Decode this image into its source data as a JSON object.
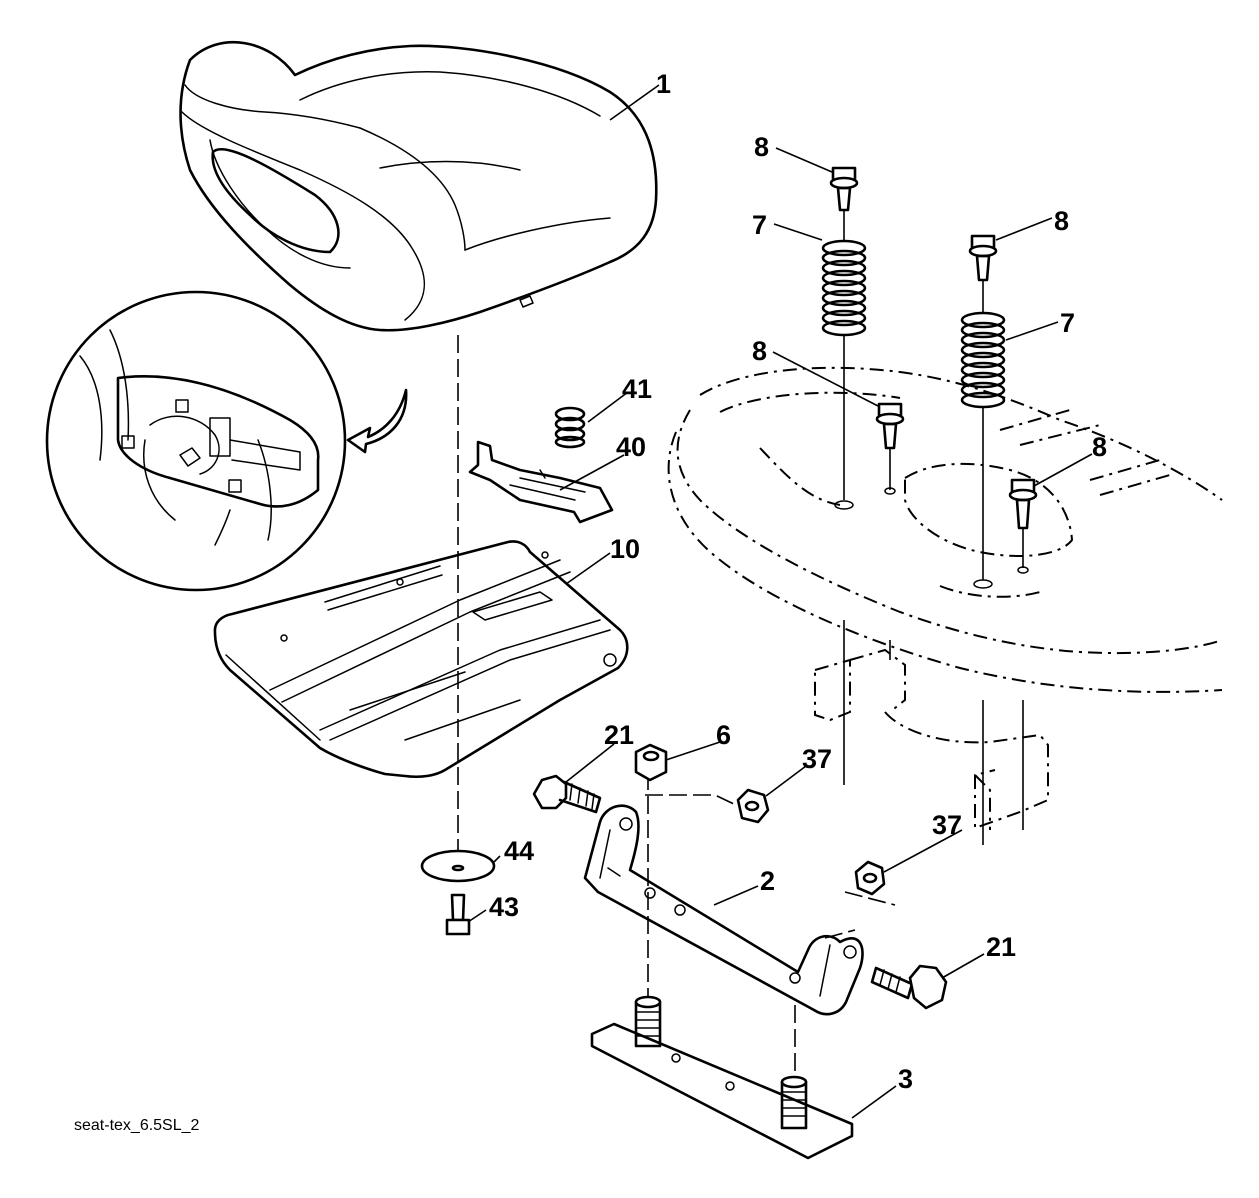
{
  "diagram_id": "seat-tex_6.5SL_2",
  "callouts": [
    {
      "label": "1"
    },
    {
      "label": "8"
    },
    {
      "label": "7"
    },
    {
      "label": "8"
    },
    {
      "label": "7"
    },
    {
      "label": "8"
    },
    {
      "label": "8"
    },
    {
      "label": "41"
    },
    {
      "label": "40"
    },
    {
      "label": "10"
    },
    {
      "label": "21"
    },
    {
      "label": "6"
    },
    {
      "label": "37"
    },
    {
      "label": "37"
    },
    {
      "label": "44"
    },
    {
      "label": "43"
    },
    {
      "label": "2"
    },
    {
      "label": "21"
    },
    {
      "label": "3"
    }
  ]
}
